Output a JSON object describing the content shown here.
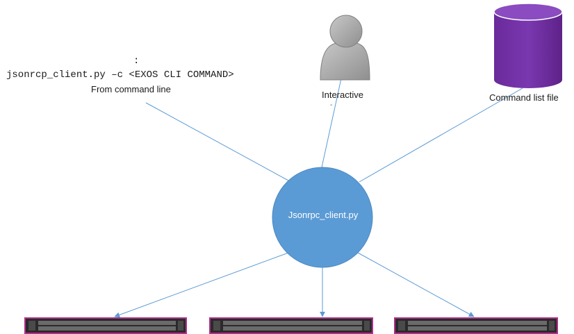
{
  "labels": {
    "colon": ":",
    "command": "jsonrcp_client.py –c <EXOS CLI COMMAND>",
    "from_command_line": "From command line",
    "interactive": "Interactive",
    "interactive_dot": "-",
    "command_list_file": "Command list file",
    "hub": "Jsonrpc_client.py"
  },
  "colors": {
    "line": "#5b9bd5",
    "hub_fill": "#5b9bd5",
    "database_fill": "#7030a0",
    "person_fill": "#a6a6a6",
    "switch_body": "#2a2a2a",
    "switch_trim": "#b0308a"
  },
  "icons": [
    "person-icon",
    "database-icon",
    "switch-icon"
  ]
}
